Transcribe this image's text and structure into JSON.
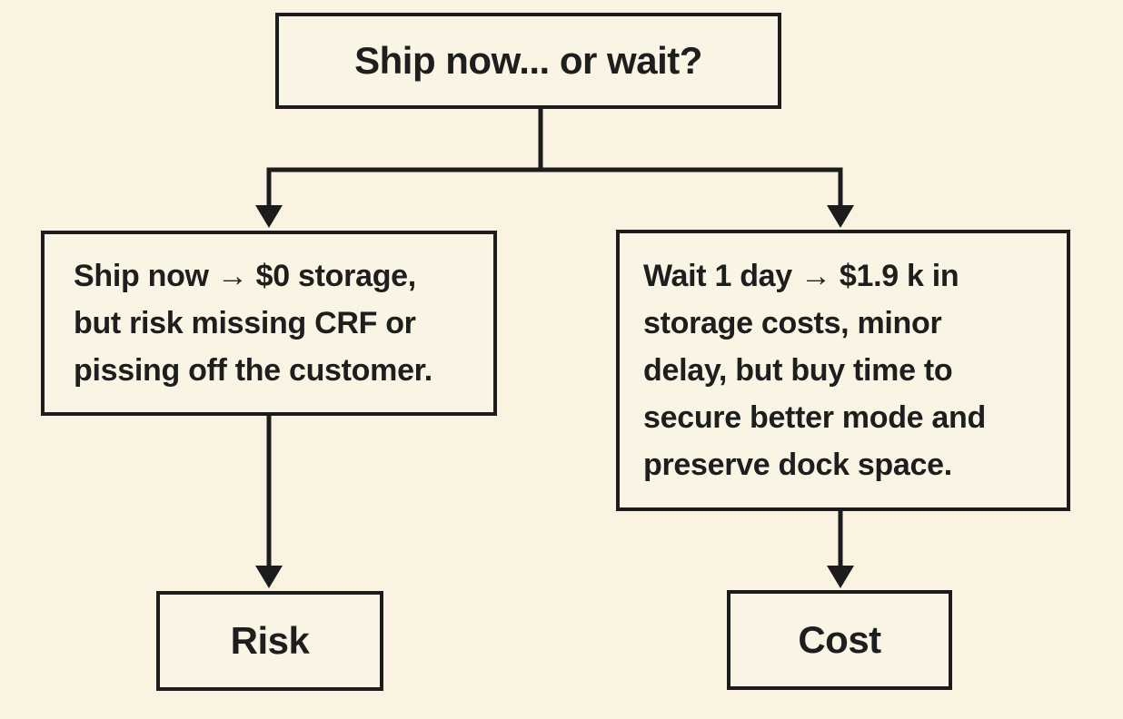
{
  "colors": {
    "background": "#FAF3E1",
    "box_fill": "#FAF4E4",
    "line": "#1C1C1C",
    "text": "#1E1E1E"
  },
  "diagram": {
    "type": "decision-flowchart",
    "root": {
      "label": "Ship now... or wait?"
    },
    "branches": [
      {
        "lines": [
          "Ship now → $0 storage,",
          "but risk missing CRF or",
          "pissing off the customer."
        ],
        "full_text": "Ship now → $0 storage, but risk missing CRF or pissing off the customer.",
        "outcome": "Risk"
      },
      {
        "lines": [
          "Wait 1 day → $1.9 k in",
          "storage costs, minor",
          "delay, but buy time to",
          "secure better mode and",
          "preserve dock space."
        ],
        "full_text": "Wait 1 day → $1.9 k in storage costs, minor delay, but buy time to secure better mode and preserve dock space.",
        "outcome": "Cost"
      }
    ]
  }
}
